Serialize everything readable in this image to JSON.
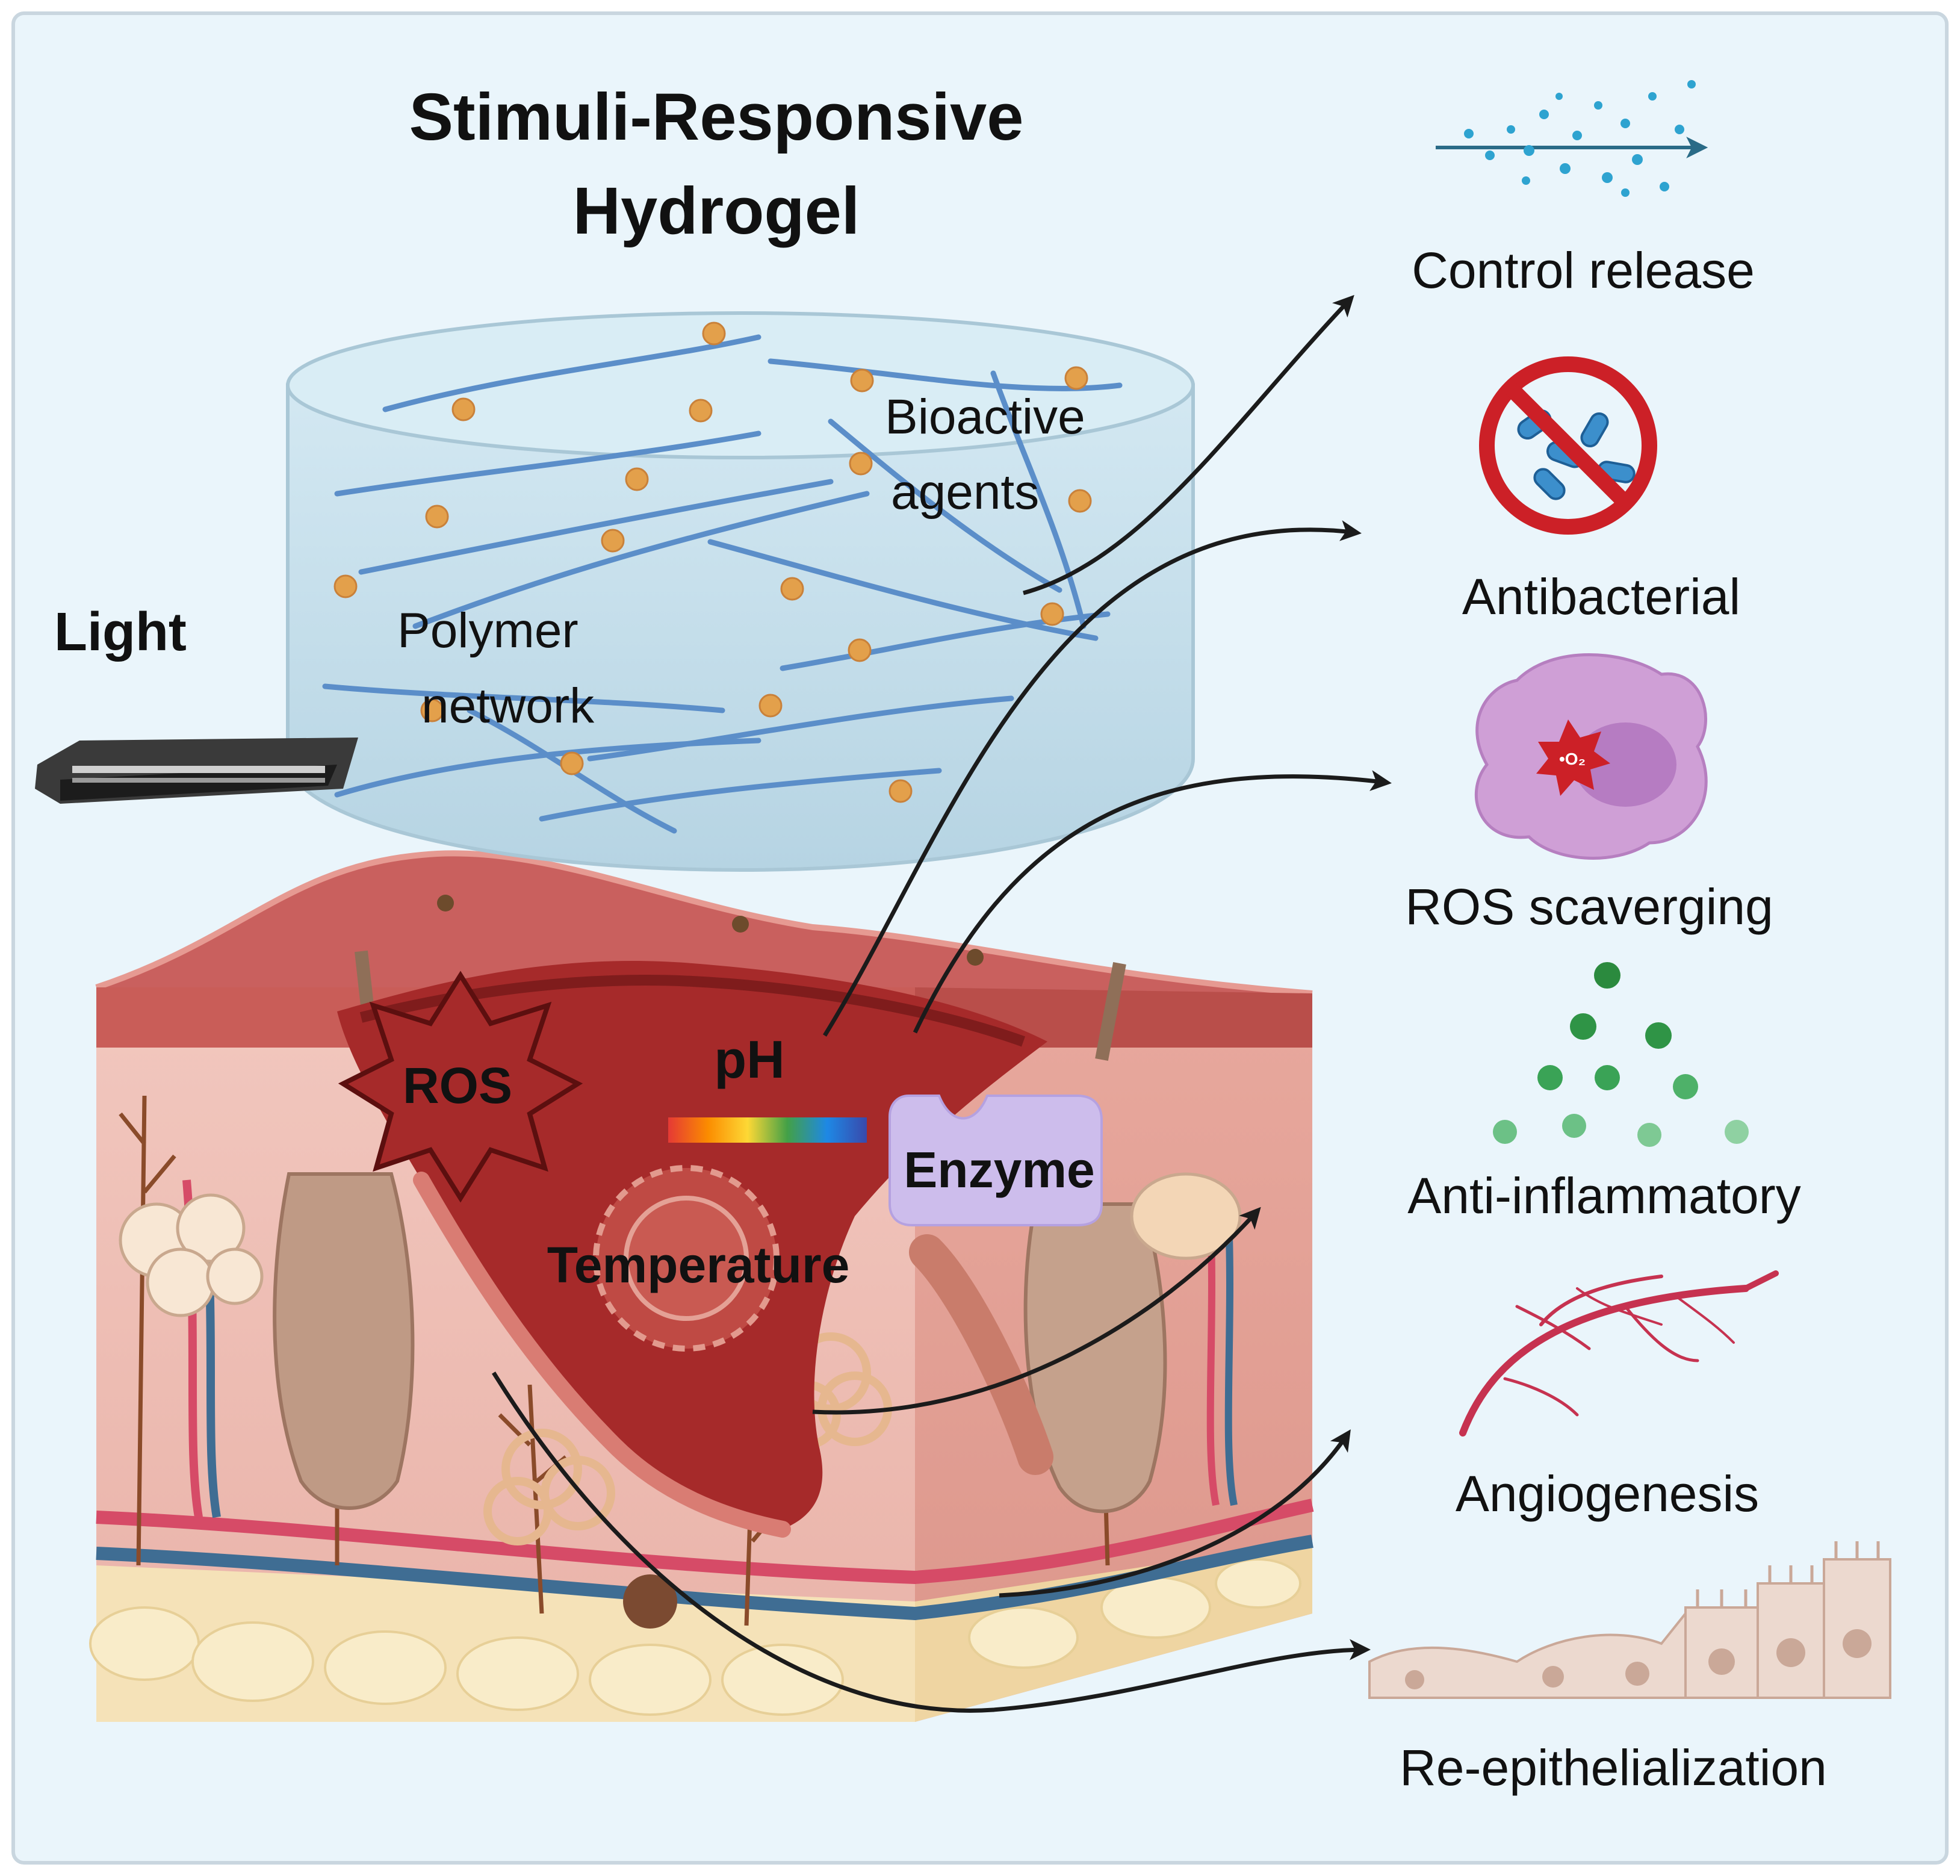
{
  "title": {
    "line1": "Stimuli-Responsive",
    "line2": "Hydrogel"
  },
  "hydrogel": {
    "polymer_label": {
      "line1": "Polymer",
      "line2": "network"
    },
    "bioactive_label": {
      "line1": "Bioactive",
      "line2": "agents"
    }
  },
  "stimuli": {
    "light": "Light",
    "ros": "ROS",
    "ph": "pH",
    "enzyme": "Enzyme",
    "temperature": "Temperature"
  },
  "effects": {
    "control_release": "Control release",
    "antibacterial": "Antibacterial",
    "ros_scavenging": "ROS scaverging",
    "anti_inflammatory": "Anti-inflammatory",
    "angiogenesis": "Angiogenesis",
    "re_epithelialization": "Re-epithelialization"
  },
  "icons": {
    "ros_cell_badge": "•O₂",
    "release": "dotted-arrow-icon",
    "antibacterial": "no-bacteria-icon",
    "ros_scavenging": "macrophage-icon",
    "anti_inflammatory": "dots-icon",
    "angiogenesis": "vessel-icon",
    "re_epithelialization": "epithelial-cells-icon"
  },
  "colors": {
    "background": "#eaf5fb",
    "border": "#c9d6df",
    "hydrogel": "#bcd9e8",
    "fiber": "#5b8ec9",
    "agent": "#e3a04b",
    "wound": "#a62a2a",
    "skin_top": "#c9605e",
    "enzyme": "#cdbdec",
    "arrow": "#1b1b1b",
    "prohibit": "#cc2027"
  }
}
